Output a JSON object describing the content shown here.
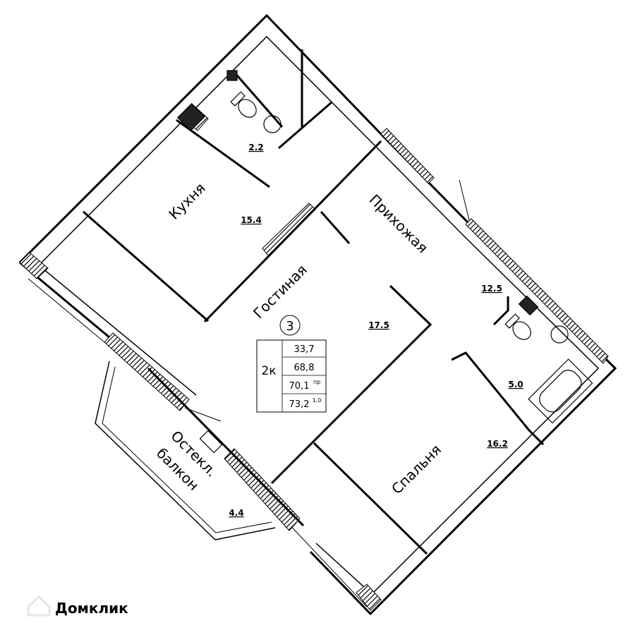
{
  "rooms": {
    "kitchen": {
      "name": "Кухня",
      "area": "15.4"
    },
    "bathroom": {
      "area": "2.2"
    },
    "hallway": {
      "name": "Прихожая",
      "area": "12.5"
    },
    "living": {
      "name": "Гостиная",
      "area": "17.5"
    },
    "bath2": {
      "area": "5.0"
    },
    "bedroom": {
      "name": "Спальня",
      "area": "16.2"
    },
    "balcony": {
      "name_line1": "Остекл.",
      "name_line2": "балкон",
      "area": "4.4"
    }
  },
  "unit_info": {
    "number": "3",
    "type": "2к",
    "living_area": "33,7",
    "total_area": "68,8",
    "total_area_pr": "70,1",
    "total_area_pr_sup": "пр",
    "total_area_full": "73,2",
    "total_area_full_sup": "1,0"
  },
  "watermark": "Домклик",
  "colors": {
    "line": "#000000",
    "background": "#ffffff",
    "watermark": "#e6e6e6"
  }
}
